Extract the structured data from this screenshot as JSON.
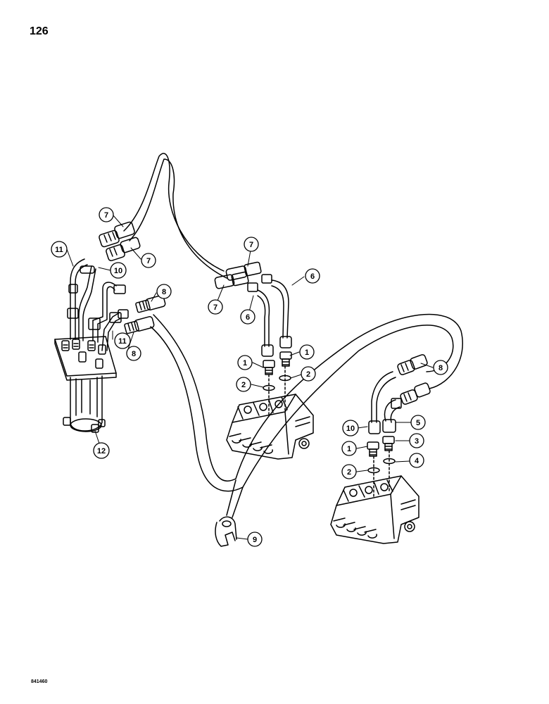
{
  "page": {
    "number": "126",
    "figure_code": "841460"
  },
  "callouts": [
    {
      "id": "c7a",
      "label": "7"
    },
    {
      "id": "c7b",
      "label": "7"
    },
    {
      "id": "c11a",
      "label": "11"
    },
    {
      "id": "c10a",
      "label": "10"
    },
    {
      "id": "c8a",
      "label": "8"
    },
    {
      "id": "c11b",
      "label": "11"
    },
    {
      "id": "c8b",
      "label": "8"
    },
    {
      "id": "c12",
      "label": "12"
    },
    {
      "id": "c7c",
      "label": "7"
    },
    {
      "id": "c6a",
      "label": "6"
    },
    {
      "id": "c7d",
      "label": "7"
    },
    {
      "id": "c6b",
      "label": "6"
    },
    {
      "id": "c1a",
      "label": "1"
    },
    {
      "id": "c1b",
      "label": "1"
    },
    {
      "id": "c2a",
      "label": "2"
    },
    {
      "id": "c2b",
      "label": "2"
    },
    {
      "id": "c8c",
      "label": "8"
    },
    {
      "id": "c10b",
      "label": "10"
    },
    {
      "id": "c5",
      "label": "5"
    },
    {
      "id": "c1c",
      "label": "1"
    },
    {
      "id": "c3",
      "label": "3"
    },
    {
      "id": "c2c",
      "label": "2"
    },
    {
      "id": "c4",
      "label": "4"
    },
    {
      "id": "c9",
      "label": "9"
    }
  ]
}
